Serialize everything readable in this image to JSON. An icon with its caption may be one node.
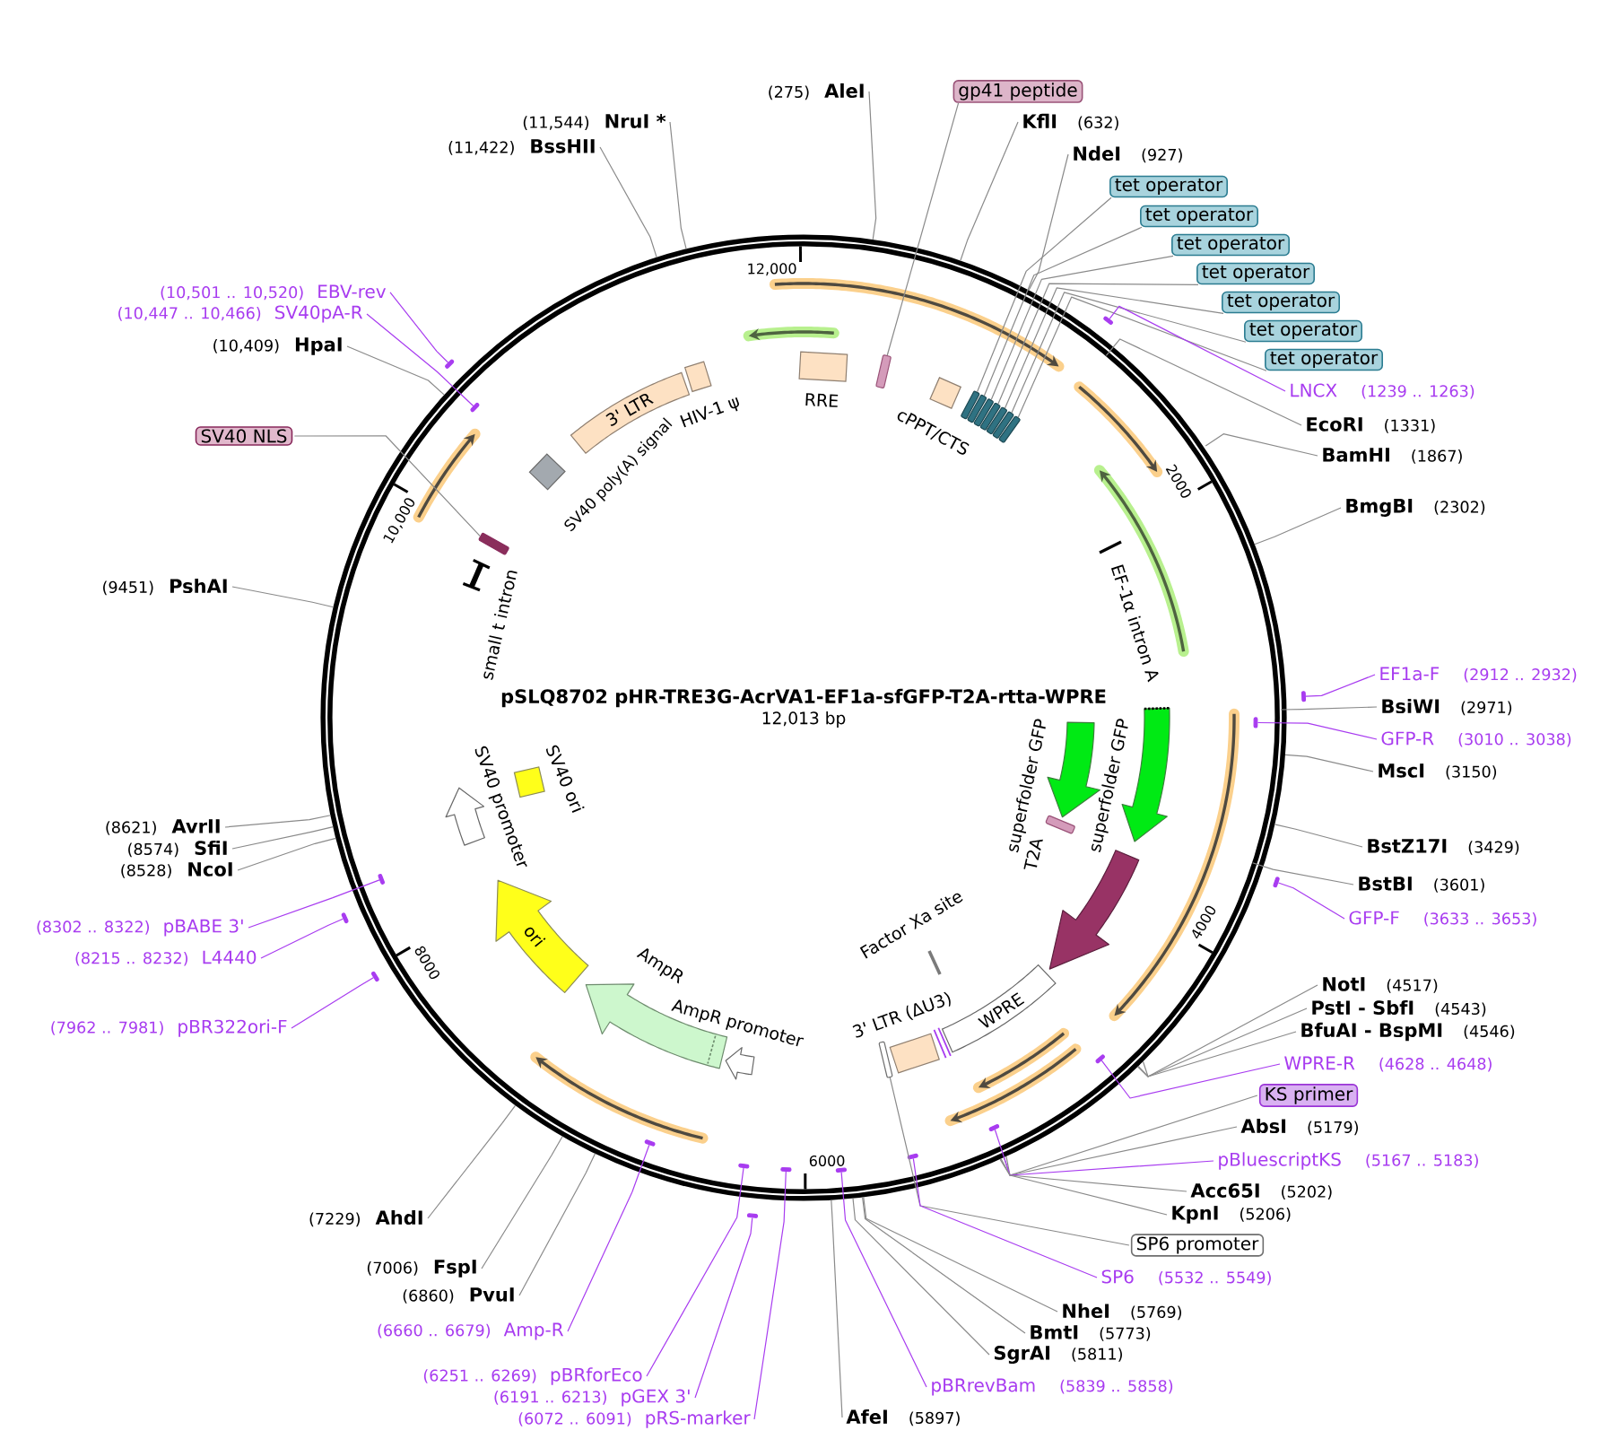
{
  "diagram": {
    "title": "pSLQ8702 pHR-TRE3G-AcrVA1-EF1a-sfGFP-T2A-rtta-WPRE",
    "nodes": [
      {
        "text": [
          "(275)",
          "AleI"
        ]
      },
      {
        "text": [
          "gp41 peptide"
        ]
      },
      {
        "text": [
          "KflI",
          "(632)"
        ]
      },
      {
        "text": [
          "NdeI",
          "(927)"
        ]
      },
      {
        "text": [
          "tet operator"
        ]
      },
      {
        "text": [
          "tet operator"
        ]
      },
      {
        "text": [
          "tet operator"
        ]
      },
      {
        "text": [
          "tet operator"
        ]
      },
      {
        "text": [
          "tet operator"
        ]
      },
      {
        "text": [
          "tet operator"
        ]
      },
      {
        "text": [
          "tet operator"
        ]
      },
      {
        "text": [
          "LNCX",
          "(1239 .. 1263)"
        ]
      },
      {
        "text": [
          "EcoRI",
          "(1331)"
        ]
      },
      {
        "text": [
          "BamHI",
          "(1867)"
        ]
      },
      {
        "text": [
          "BmgBI",
          "(2302)"
        ]
      },
      {
        "text": [
          "EF1a-F",
          "(2912 .. 2932)"
        ]
      },
      {
        "text": [
          "BsiWI",
          "(2971)"
        ]
      },
      {
        "text": [
          "GFP-R",
          "(3010 .. 3038)"
        ]
      },
      {
        "text": [
          "MscI",
          "(3150)"
        ]
      },
      {
        "text": [
          "BstZ17I",
          "(3429)"
        ]
      },
      {
        "text": [
          "BstBI",
          "(3601)"
        ]
      },
      {
        "text": [
          "GFP-F",
          "(3633 .. 3653)"
        ]
      },
      {
        "text": [
          "NotI",
          "(4517)"
        ]
      },
      {
        "text": [
          "PstI - SbfI",
          "(4543)"
        ]
      },
      {
        "text": [
          "BfuAI - BspMI",
          "(4546)"
        ]
      },
      {
        "text": [
          "WPRE-R",
          "(4628 .. 4648)"
        ]
      },
      {
        "text": [
          "KS primer"
        ]
      },
      {
        "text": [
          "AbsI",
          "(5179)"
        ]
      },
      {
        "text": [
          "pBluescriptKS",
          "(5167 .. 5183)"
        ]
      },
      {
        "text": [
          "Acc65I",
          "(5202)"
        ]
      },
      {
        "text": [
          "KpnI",
          "(5206)"
        ]
      },
      {
        "text": [
          "SP6 promoter"
        ]
      },
      {
        "text": [
          "SP6",
          "(5532 .. 5549)"
        ]
      },
      {
        "text": [
          "NheI",
          "(5769)"
        ]
      },
      {
        "text": [
          "BmtI",
          "(5773)"
        ]
      },
      {
        "text": [
          "SgrAI",
          "(5811)"
        ]
      },
      {
        "text": [
          "pBRrevBam",
          "(5839 .. 5858)"
        ]
      },
      {
        "text": [
          "AfeI",
          "(5897)"
        ]
      },
      {
        "text": [
          "(6072 .. 6091)",
          "pRS-marker"
        ]
      },
      {
        "text": [
          "(6191 .. 6213)",
          "pGEX 3'"
        ]
      },
      {
        "text": [
          "(6251 .. 6269)",
          "pBRforEco"
        ]
      },
      {
        "text": [
          "(6660 .. 6679)",
          "Amp-R"
        ]
      },
      {
        "text": [
          "(6860)",
          "PvuI"
        ]
      },
      {
        "text": [
          "(7006)",
          "FspI"
        ]
      },
      {
        "text": [
          "(7229)",
          "AhdI"
        ]
      },
      {
        "text": [
          "(7962 .. 7981)",
          "pBR322ori-F"
        ]
      },
      {
        "text": [
          "(8215 .. 8232)",
          "L4440"
        ]
      },
      {
        "text": [
          "(8302 .. 8322)",
          "pBABE 3'"
        ]
      },
      {
        "text": [
          "(8528)",
          "NcoI"
        ]
      },
      {
        "text": [
          "(8574)",
          "SfiI"
        ]
      },
      {
        "text": [
          "(8621)",
          "AvrII"
        ]
      },
      {
        "text": [
          "(9451)",
          "PshAI"
        ]
      },
      {
        "text": [
          "SV40 NLS"
        ]
      },
      {
        "text": [
          "(10,409)",
          "HpaI"
        ]
      },
      {
        "text": [
          "(10,447 .. 10,466)",
          "SV40pA-R"
        ]
      },
      {
        "text": [
          "(10,501 .. 10,520)",
          "EBV-rev"
        ]
      },
      {
        "text": [
          "(11,422)",
          "BssHII"
        ]
      },
      {
        "text": [
          "(11,544)",
          "NruI *"
        ]
      },
      {
        "text": [
          "RRE"
        ]
      },
      {
        "text": [],
        "shape": "bar"
      },
      {
        "text": [
          "cPPT/CTS"
        ]
      },
      {
        "text": [],
        "shape": "bar"
      },
      {
        "text": [],
        "shape": "bar"
      },
      {
        "text": [],
        "shape": "bar"
      },
      {
        "text": [],
        "shape": "bar"
      },
      {
        "text": [],
        "shape": "bar"
      },
      {
        "text": [],
        "shape": "bar"
      },
      {
        "text": [],
        "shape": "bar"
      },
      {
        "text": [
          "EF-1α intron A"
        ]
      },
      {
        "text": [
          "superfolder GFP"
        ]
      },
      {
        "text": [
          "superfolder GFP"
        ]
      },
      {
        "text": [
          "T2A"
        ]
      },
      {
        "text": [],
        "shape": "arrow"
      },
      {
        "text": [
          "WPRE"
        ]
      },
      {
        "text": [
          "Factor Xa site"
        ]
      },
      {
        "text": [
          "3' LTR (ΔU3)"
        ]
      },
      {
        "text": [],
        "shape": "bar"
      },
      {
        "text": [
          "AmpR promoter"
        ]
      },
      {
        "text": [
          "AmpR"
        ]
      },
      {
        "text": [
          "ori"
        ]
      },
      {
        "text": [
          "SV40 promoter"
        ]
      },
      {
        "text": [
          "SV40 ori"
        ]
      },
      {
        "text": [
          "small t intron"
        ]
      },
      {
        "text": [],
        "shape": "bar"
      },
      {
        "text": [
          "SV40 poly(A) signal"
        ]
      },
      {
        "text": [
          "3' LTR"
        ]
      },
      {
        "text": [
          "HIV-1 ψ"
        ]
      },
      {
        "text": [],
        "shape": "bar"
      },
      {
        "text": [],
        "shape": "bar"
      },
      {
        "text": [],
        "shape": "bar"
      },
      {
        "text": [],
        "shape": "bar"
      },
      {
        "text": [],
        "shape": "bar"
      },
      {
        "text": [],
        "shape": "bar"
      },
      {
        "text": [],
        "shape": "bar"
      },
      {
        "text": [],
        "shape": "bar"
      },
      {
        "text": [],
        "shape": "bar"
      },
      {
        "text": [],
        "shape": "bar"
      },
      {
        "text": [],
        "shape": "bar"
      },
      {
        "text": [],
        "shape": "bar"
      },
      {
        "text": [],
        "shape": "bar"
      },
      {
        "text": [],
        "shape": "bar"
      },
      {
        "text": [],
        "shape": "bar"
      },
      {
        "text": [],
        "shape": "bar"
      },
      {
        "text": [],
        "shape": "bar"
      }
    ],
    "edges": [
      {
        "from": 0,
        "to": null,
        "arrow": "none"
      },
      {
        "from": 1,
        "to": 59,
        "arrow": "none"
      },
      {
        "from": 2,
        "to": null,
        "arrow": "none"
      },
      {
        "from": 3,
        "to": null,
        "arrow": "none"
      },
      {
        "from": 4,
        "to": 61,
        "arrow": "none"
      },
      {
        "from": 5,
        "to": 62,
        "arrow": "none"
      },
      {
        "from": 6,
        "to": 63,
        "arrow": "none"
      },
      {
        "from": 7,
        "to": 64,
        "arrow": "none"
      },
      {
        "from": 8,
        "to": 65,
        "arrow": "none"
      },
      {
        "from": 9,
        "to": 66,
        "arrow": "none"
      },
      {
        "from": 10,
        "to": 67,
        "arrow": "none"
      },
      {
        "from": 11,
        "to": 87,
        "arrow": "none",
        "color": "#a83cf0"
      },
      {
        "from": 12,
        "to": null,
        "arrow": "none"
      },
      {
        "from": 13,
        "to": null,
        "arrow": "none"
      },
      {
        "from": 14,
        "to": null,
        "arrow": "none"
      },
      {
        "from": 15,
        "to": 88,
        "arrow": "none",
        "color": "#a83cf0"
      },
      {
        "from": 16,
        "to": null,
        "arrow": "none"
      },
      {
        "from": 17,
        "to": 89,
        "arrow": "none",
        "color": "#a83cf0"
      },
      {
        "from": 18,
        "to": null,
        "arrow": "none"
      },
      {
        "from": 19,
        "to": null,
        "arrow": "none"
      },
      {
        "from": 20,
        "to": null,
        "arrow": "none"
      },
      {
        "from": 21,
        "to": 90,
        "arrow": "none",
        "color": "#a83cf0"
      },
      {
        "from": 22,
        "to": null,
        "arrow": "none"
      },
      {
        "from": 23,
        "to": null,
        "arrow": "none"
      },
      {
        "from": 24,
        "to": null,
        "arrow": "none"
      },
      {
        "from": 25,
        "to": 91,
        "arrow": "none",
        "color": "#a83cf0"
      },
      {
        "from": 26,
        "to": null,
        "arrow": "none"
      },
      {
        "from": 27,
        "to": null,
        "arrow": "none"
      },
      {
        "from": 28,
        "to": 92,
        "arrow": "none",
        "color": "#a83cf0"
      },
      {
        "from": 29,
        "to": null,
        "arrow": "none"
      },
      {
        "from": 30,
        "to": null,
        "arrow": "none"
      },
      {
        "from": 31,
        "to": 76,
        "arrow": "none"
      },
      {
        "from": 32,
        "to": 93,
        "arrow": "none",
        "color": "#a83cf0"
      },
      {
        "from": 33,
        "to": null,
        "arrow": "none"
      },
      {
        "from": 34,
        "to": null,
        "arrow": "none"
      },
      {
        "from": 35,
        "to": null,
        "arrow": "none"
      },
      {
        "from": 36,
        "to": 94,
        "arrow": "none",
        "color": "#a83cf0"
      },
      {
        "from": 37,
        "to": null,
        "arrow": "none"
      },
      {
        "from": 38,
        "to": 95,
        "arrow": "none",
        "color": "#a83cf0"
      },
      {
        "from": 39,
        "to": 96,
        "arrow": "none",
        "color": "#a83cf0"
      },
      {
        "from": 40,
        "to": 97,
        "arrow": "none",
        "color": "#a83cf0"
      },
      {
        "from": 41,
        "to": 98,
        "arrow": "none",
        "color": "#a83cf0"
      },
      {
        "from": 42,
        "to": null,
        "arrow": "none"
      },
      {
        "from": 43,
        "to": null,
        "arrow": "none"
      },
      {
        "from": 44,
        "to": null,
        "arrow": "none"
      },
      {
        "from": 45,
        "to": 99,
        "arrow": "none",
        "color": "#a83cf0"
      },
      {
        "from": 46,
        "to": 100,
        "arrow": "none",
        "color": "#a83cf0"
      },
      {
        "from": 47,
        "to": 101,
        "arrow": "none",
        "color": "#a83cf0"
      },
      {
        "from": 48,
        "to": null,
        "arrow": "none"
      },
      {
        "from": 49,
        "to": null,
        "arrow": "none"
      },
      {
        "from": 50,
        "to": null,
        "arrow": "none"
      },
      {
        "from": 51,
        "to": null,
        "arrow": "none"
      },
      {
        "from": 52,
        "to": 83,
        "arrow": "none"
      },
      {
        "from": 53,
        "to": null,
        "arrow": "none"
      },
      {
        "from": 54,
        "to": 102,
        "arrow": "none",
        "color": "#a83cf0"
      },
      {
        "from": 55,
        "to": 103,
        "arrow": "none",
        "color": "#a83cf0"
      },
      {
        "from": 56,
        "to": null,
        "arrow": "none"
      },
      {
        "from": 57,
        "to": null,
        "arrow": "none"
      }
    ],
    "labels": [
      "12,013 bp",
      "12,000",
      "2000",
      "4000",
      "6000",
      "8000",
      "10,000"
    ]
  }
}
